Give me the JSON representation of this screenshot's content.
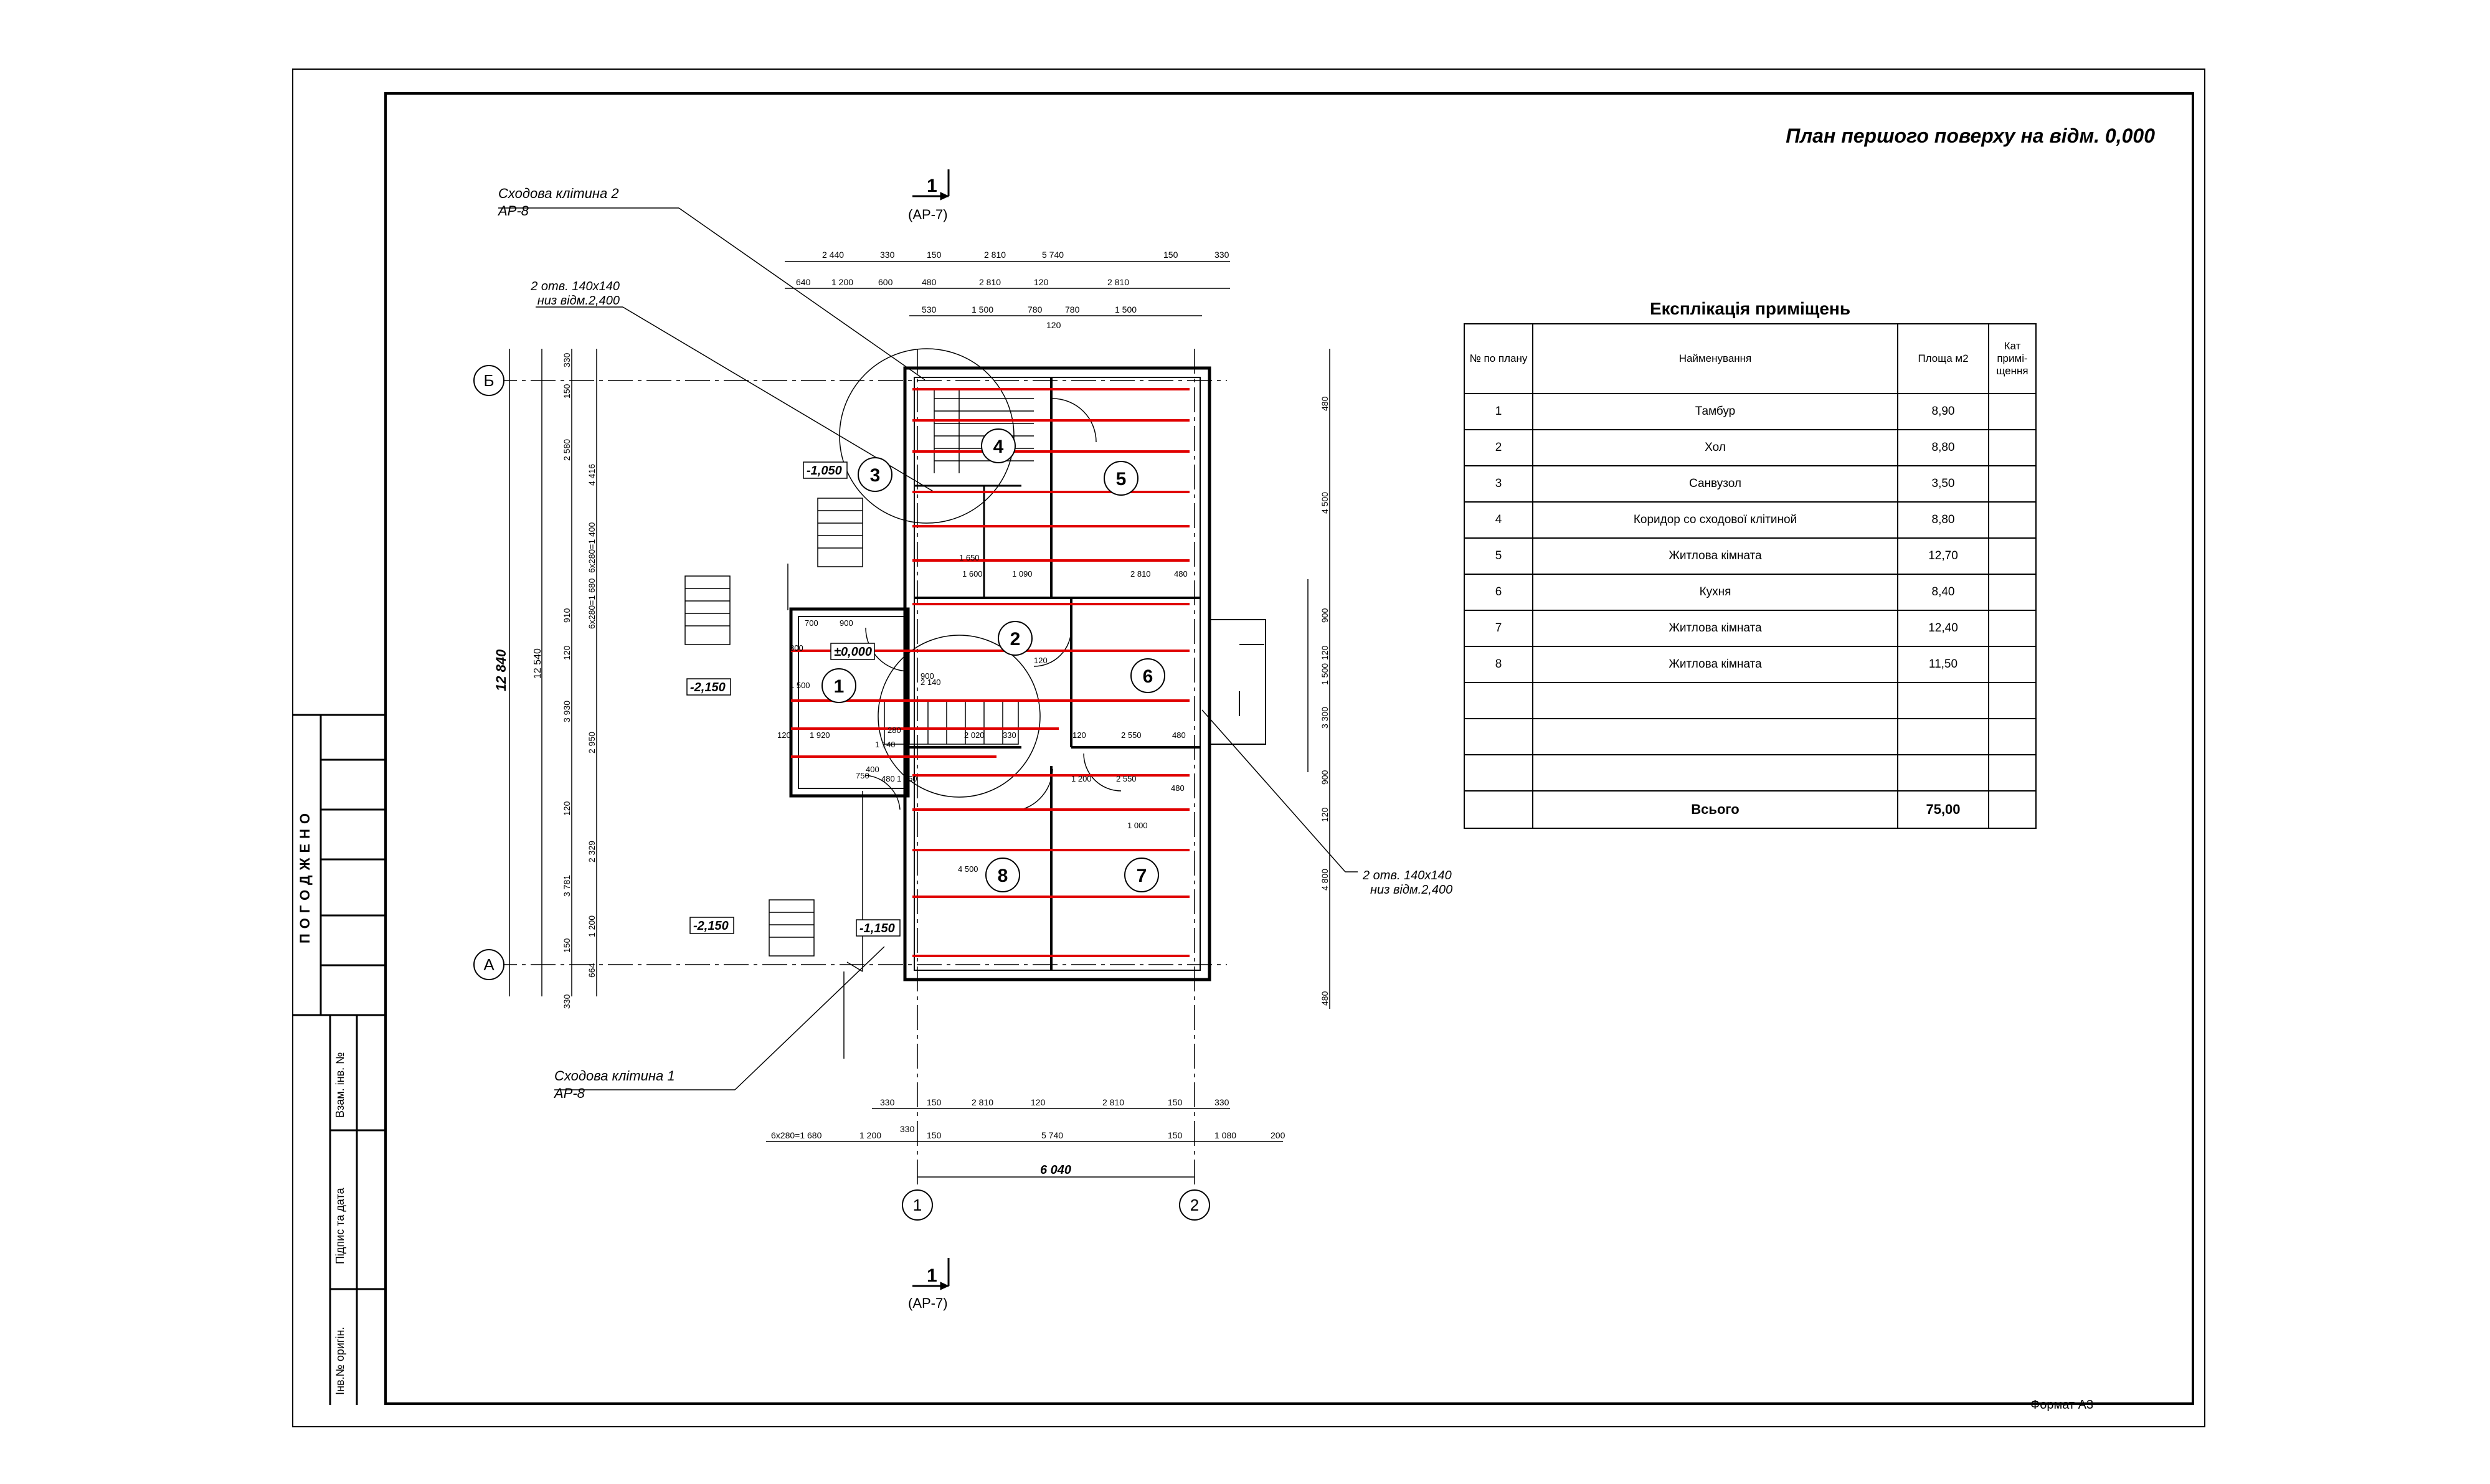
{
  "sheet": {
    "title": "План першого поверху на відм. 0,000",
    "format": "Формат А3",
    "stamp": {
      "approved": "ПОГОДЖЕНО",
      "inv_replace": "Взам. інв. №",
      "sign_date": "Підпис та дата",
      "inv_orig": "Інв.№ оригін."
    }
  },
  "explication": {
    "title": "Експлікація приміщень",
    "headers": {
      "num": "№ по плану",
      "name": "Найменування",
      "area": "Площа м2",
      "cat": "Кат примі- щення"
    },
    "rows": [
      {
        "num": "1",
        "name": "Тамбур",
        "area": "8,90"
      },
      {
        "num": "2",
        "name": "Хол",
        "area": "8,80"
      },
      {
        "num": "3",
        "name": "Санвузол",
        "area": "3,50"
      },
      {
        "num": "4",
        "name": "Коридор со сходової клітиной",
        "area": "8,80"
      },
      {
        "num": "5",
        "name": "Житлова кімната",
        "area": "12,70"
      },
      {
        "num": "6",
        "name": "Кухня",
        "area": "8,40"
      },
      {
        "num": "7",
        "name": "Житлова кімната",
        "area": "12,40"
      },
      {
        "num": "8",
        "name": "Житлова кімната",
        "area": "11,50"
      }
    ],
    "empty_rows": 3,
    "total_label": "Всього",
    "total_area": "75,00"
  },
  "plan": {
    "section_mark": "1",
    "section_ref": "(АР-7)",
    "axis_letters": [
      "Б",
      "А"
    ],
    "axis_numbers": [
      "1",
      "2"
    ],
    "rooms": [
      "1",
      "2",
      "3",
      "4",
      "5",
      "6",
      "7",
      "8"
    ],
    "levels": [
      "-1,050",
      "±0,000",
      "-2,150",
      "-2,150",
      "-1,150"
    ],
    "callouts": {
      "stair2_title": "Сходова клітина 2",
      "stair2_ref": "АР-8",
      "openings_top_1": "2 отв. 140х140",
      "openings_top_2": "низ відм.2,400",
      "openings_right_1": "2 отв. 140х140",
      "openings_right_2": "низ відм.2,400",
      "stair1_title": "Сходова клітина 1",
      "stair1_ref": "АР-8"
    },
    "dims_top_row1": [
      "2 440",
      "330",
      "150",
      "2 810",
      "5 740",
      "150",
      "330"
    ],
    "dims_top_row2": [
      "640",
      "1 200",
      "600",
      "480",
      "2 810",
      "120",
      "2 810"
    ],
    "dims_top_row3": [
      "530",
      "1 500",
      "780",
      "780",
      "1 500",
      "120"
    ],
    "dims_bottom_row1": [
      "330",
      "150",
      "2 810",
      "120",
      "2 810",
      "150",
      "330"
    ],
    "dims_bottom_row2": [
      "6х280=1 680",
      "1 200",
      "330",
      "150",
      "5 740",
      "150",
      "1 080",
      "200"
    ],
    "dims_bottom_total": "6 040",
    "dims_left_total": "12 840",
    "dims_left_inner": "12 540",
    "dims_left_a": [
      "330",
      "150",
      "2 580",
      "910",
      "120",
      "3 930",
      "120",
      "3 781",
      "150",
      "330"
    ],
    "dims_left_b": [
      "4 416",
      "6х280=1 400",
      "6х280=1 680",
      "2 950",
      "2 329",
      "1 200",
      "664"
    ],
    "dims_right": [
      "480",
      "4 500",
      "900",
      "120",
      "1 500",
      "3 300",
      "900",
      "120",
      "4 800",
      "480"
    ],
    "interior_dims": [
      "700",
      "900",
      "800",
      "1 500",
      "120",
      "1 920",
      "280",
      "1 140",
      "400",
      "750",
      "480",
      "1 750",
      "2 140",
      "2 020",
      "330",
      "120",
      "2 550",
      "480",
      "1 600",
      "1 090",
      "2 810",
      "480",
      "1 200",
      "2 550",
      "480",
      "4 500",
      "1 000",
      "900",
      "1 650",
      "120"
    ]
  }
}
